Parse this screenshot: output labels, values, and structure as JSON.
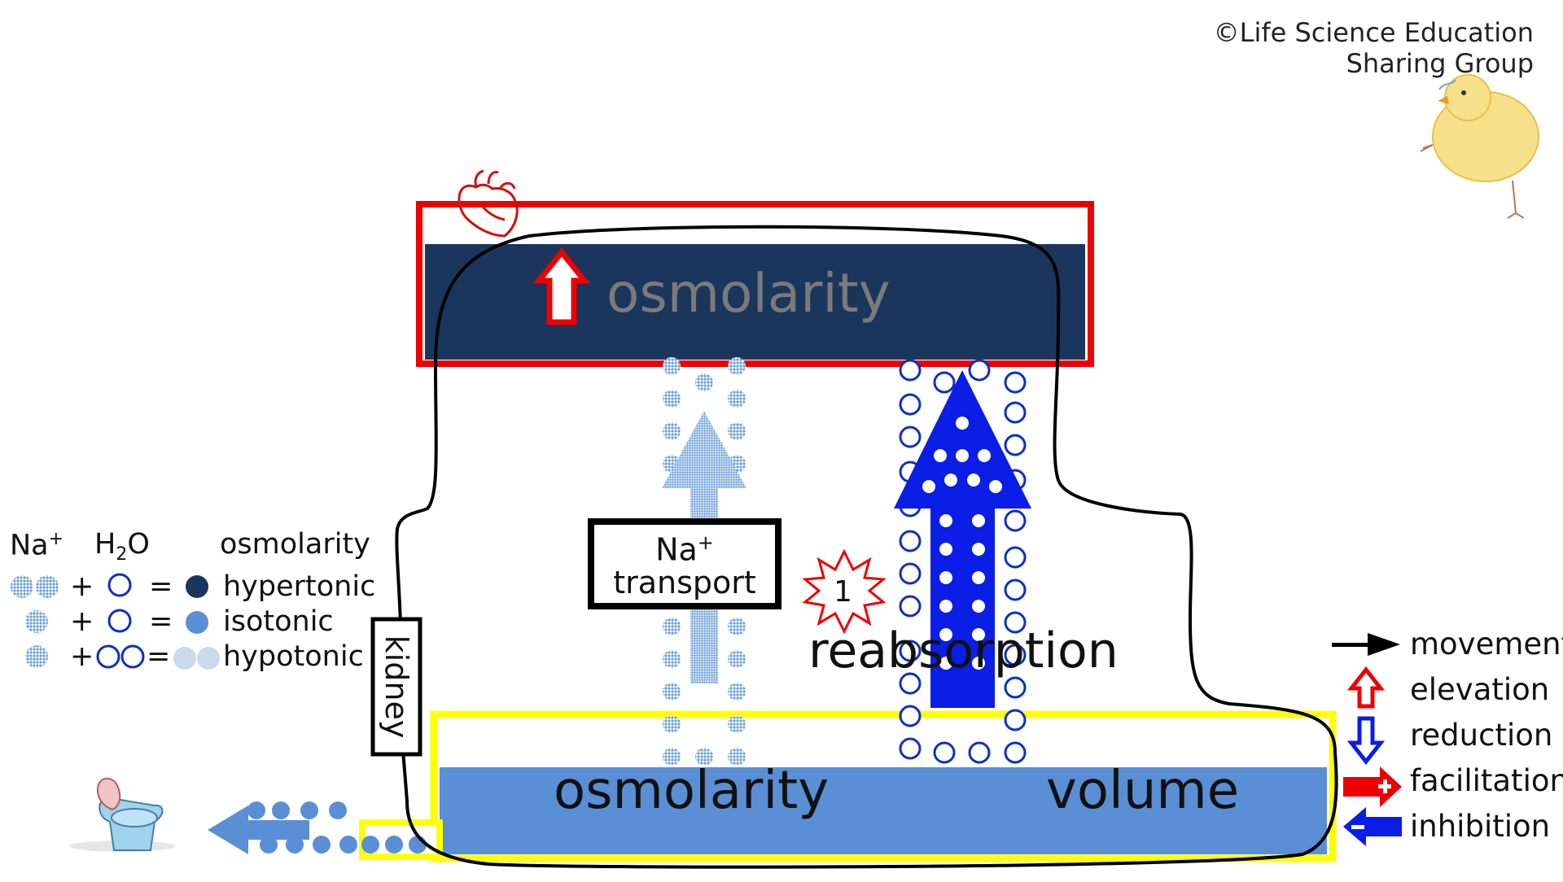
{
  "copyright": {
    "line1": "©Life Science Education",
    "line2": "Sharing Group"
  },
  "blood": {
    "label": "osmolarity",
    "change": "elevation",
    "icon": "heart-icon"
  },
  "kidney": {
    "label": "kidney"
  },
  "transport_box": {
    "line1": "Na",
    "line1_sup": "+",
    "line2": "transport"
  },
  "step": {
    "number": "1",
    "label": "reabsorption"
  },
  "urine": {
    "osmolarity_label": "osmolarity",
    "volume_label": "volume",
    "destination_icon": "toilet-icon"
  },
  "left_legend": {
    "header_na": "Na",
    "header_na_sup": "+",
    "header_h2o_h": "H",
    "header_h2o_sub": "2",
    "header_h2o_o": "O",
    "header_osm": "osmolarity",
    "rows": [
      {
        "plus": "+",
        "eq": "=",
        "label": "hypertonic"
      },
      {
        "plus": "+",
        "eq": "=",
        "label": "isotonic"
      },
      {
        "plus": "+",
        "eq": "=",
        "label": "hypotonic"
      }
    ]
  },
  "right_legend": [
    {
      "icon": "black-arrow-icon",
      "label": "movement"
    },
    {
      "icon": "red-outline-up-arrow-icon",
      "label": "elevation"
    },
    {
      "icon": "blue-outline-down-arrow-icon",
      "label": "reduction"
    },
    {
      "icon": "red-plus-arrow-icon",
      "label": "facilitation"
    },
    {
      "icon": "blue-minus-arrow-icon",
      "label": "inhibition"
    }
  ],
  "colors": {
    "blood_fill": "#1b365d",
    "blood_border": "#ee0000",
    "urine_fill": "#5a8fd6",
    "urine_border": "#ffff00",
    "na_dot": "#6a9fd6",
    "water_ring": "#1030c0",
    "water_arrow": "#0a1ee6",
    "osmolarity_text": "#7a7a7a"
  }
}
